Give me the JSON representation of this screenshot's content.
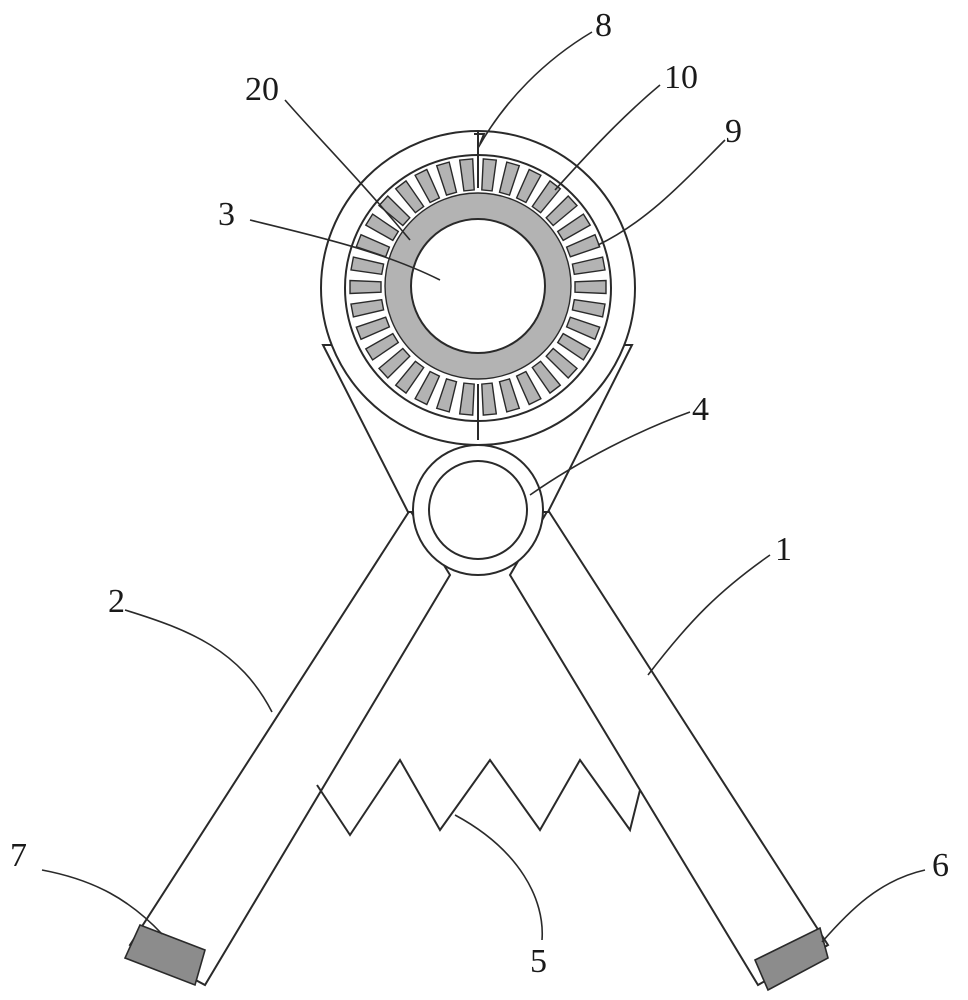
{
  "labels": {
    "l1": "1",
    "l2": "2",
    "l3": "3",
    "l4": "4",
    "l5": "5",
    "l6": "6",
    "l7": "7",
    "l8": "8",
    "l9": "9",
    "l10": "10",
    "l20": "20"
  },
  "colors": {
    "line": "#2a2a2a",
    "ring_fill": "#b3b3b3",
    "tip_fill": "#8c8c8c",
    "background": "#ffffff"
  }
}
